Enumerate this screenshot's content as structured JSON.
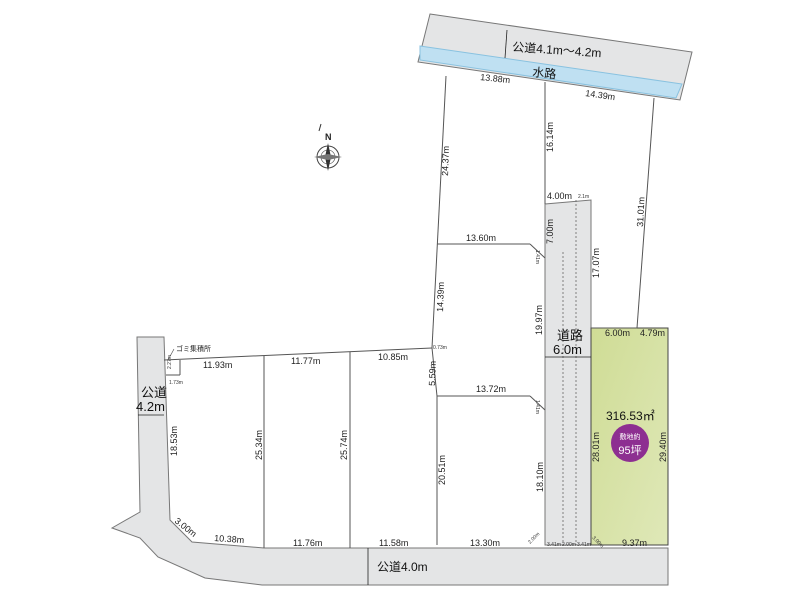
{
  "roads": {
    "top": "公道4.1m〜4.2m",
    "waterway": "水路",
    "left_name": "公道",
    "left_width": "4.2m",
    "bottom": "公道4.0m",
    "private_name": "道路",
    "private_width": "6.0m"
  },
  "garbage_label": "ゴミ集積所",
  "highlight_lot": {
    "area": "316.53㎡",
    "badge_label": "敷地約",
    "badge_value": "95坪",
    "color": "#d6e2a3",
    "badge_color": "#8d2f91"
  },
  "dimensions": {
    "top_13_88": "13.88m",
    "top_14_39": "14.39m",
    "v_24_37": "24.37m",
    "v_16_14": "16.14m",
    "v_31_01": "31.01m",
    "r_4_00": "4.00m",
    "r_2_1": "2.1m",
    "v_7_00": "7.00m",
    "v_17_07": "17.07m",
    "h_13_60": "13.60m",
    "v_14_39": "14.39m",
    "v_19_97": "19.97m",
    "t_6_00": "6.00m",
    "t_4_79": "4.79m",
    "g_2_27": "2.27m",
    "g_1_73": "1.73m",
    "h_11_93": "11.93m",
    "h_11_77": "11.77m",
    "h_10_85": "10.85m",
    "c_0_73": "0.73m",
    "v_5_59": "5.59m",
    "h_13_72": "13.72m",
    "v_18_53": "18.53m",
    "v_25_34": "25.34m",
    "v_25_74": "25.74m",
    "v_20_51": "20.51m",
    "v_18_10": "18.10m",
    "v_28_01": "28.01m",
    "v_29_40": "29.40m",
    "d_3_00": "3.00m",
    "b_10_38": "10.38m",
    "b_11_76": "11.76m",
    "b_11_58": "11.58m",
    "b_13_30": "13.30m",
    "b_9_37": "9.37m",
    "s_3_41a": "3.41m",
    "s_2_00": "2.00m",
    "s_3_41b": "3.41m",
    "s_3_00": "3.00m",
    "cut_2_00": "2.00m",
    "cut_1_41a": "1.41m",
    "cut_1_41b": "1.41m"
  }
}
